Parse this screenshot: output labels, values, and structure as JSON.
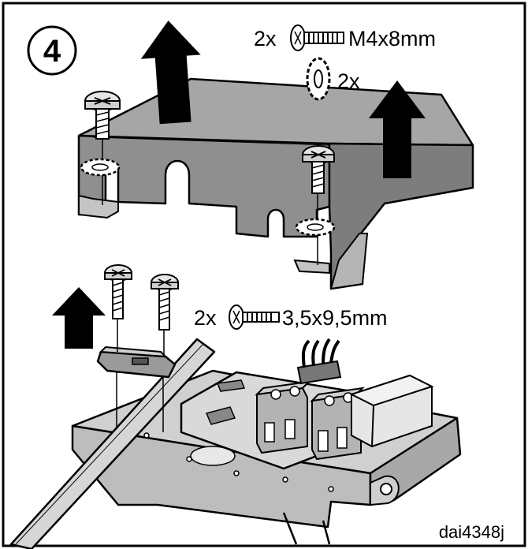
{
  "step": {
    "number": "4"
  },
  "labels": {
    "screw_top_qty": "2x",
    "screw_top_size": "M4x8mm",
    "washer_qty": "2x",
    "screw_bottom_qty": "2x",
    "screw_bottom_size": "3,5x9,5mm",
    "figure_code": "dai4348j"
  },
  "colors": {
    "outline": "#000000",
    "cover_fill": "#9a9a9a",
    "cover_dark": "#7d7d7d",
    "plate_fill": "#c8c8c8",
    "metal_light": "#dcdcdc",
    "background": "#ffffff"
  }
}
